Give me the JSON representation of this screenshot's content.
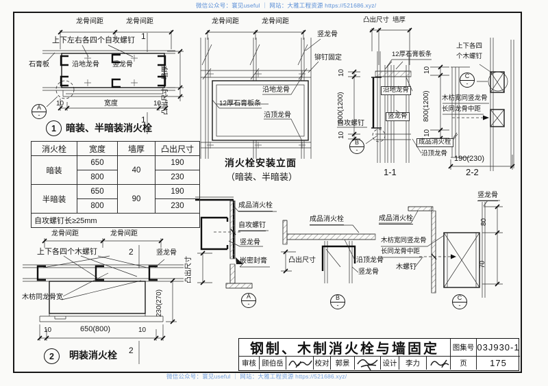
{
  "colors": {
    "paper": "#fafaf8",
    "line": "#1c1c1c",
    "watermark": "#5b8fd6"
  },
  "watermarks": {
    "top": "微信公众号：寰见useful ｜ 网站：大雅工程资源 https://521686.xyz/",
    "bottom": "微信公众号：寰见useful ｜ 网站：大雅工程资源 https://521686.xyz/"
  },
  "plan1": {
    "dim1": "龙骨间距",
    "dim2": "龙骨间距",
    "screw_note": "上下左右各四个自攻螺钉",
    "gypsum_board": "石膏板",
    "floor_runner": "沿地龙骨",
    "vertical_stud": "竖龙骨",
    "wall_thickness": "墙厚",
    "protrusion": "凸出尺寸",
    "ten_left": "10",
    "width_label": "宽度",
    "ten_right": "10",
    "section_mark_top": "1",
    "section_mark_bottom": "1",
    "marker": {
      "letter": "A",
      "ref": "-"
    },
    "index": "1",
    "title": "暗装、半暗装消火栓"
  },
  "spec_table": {
    "headers": [
      "消火栓",
      "宽度",
      "墙厚",
      "凸出尺寸"
    ],
    "groups": [
      {
        "type": "暗装",
        "wall": "40",
        "rows": [
          {
            "width": "650",
            "protrusion": "190"
          },
          {
            "width": "800",
            "protrusion": "230"
          }
        ]
      },
      {
        "type": "半暗装",
        "wall": "90",
        "rows": [
          {
            "width": "650",
            "protrusion": "190"
          },
          {
            "width": "800",
            "protrusion": "230"
          }
        ]
      }
    ],
    "note": "自攻螺钉长≥25mm"
  },
  "elevation": {
    "dim1": "龙骨间距",
    "dim2": "龙骨间距",
    "vertical_stud": "竖龙骨",
    "rivet": "铆钉固定",
    "floor_runner": "沿地龙骨",
    "gypsum_strip": "12厚石膏板条",
    "ceiling_runner": "沿顶龙骨",
    "caption": "消火栓安装立面",
    "subcaption": "（暗装、半暗装）"
  },
  "dim_col_b": {
    "ten_top": "10",
    "height": "800(1200)",
    "ten_bottom": "10",
    "screw": "自攻螺钉",
    "marker": {
      "letter": "B",
      "ref": "-"
    }
  },
  "section_1_1": {
    "protrusion": "凸出尺寸",
    "wall_thickness": "墙厚",
    "gypsum_strip": "12厚石膏板条",
    "floor_runner": "沿地龙骨",
    "vertical_stud": "竖龙骨",
    "caption": "1-1"
  },
  "dim_col_r": {
    "ten_top": "10",
    "height": "800(1200)",
    "ten_bottom": "10"
  },
  "mid_labels": {
    "hydrant": "成品消火栓",
    "ceiling_runner": "沿顶龙骨"
  },
  "section_2_2": {
    "screw_note_1": "上下各四",
    "screw_note_2": "个木螺钉",
    "marker": {
      "letter": "C",
      "ref": "-"
    },
    "wood_note_1": "木枋宽同竖龙骨",
    "wood_note_2": "长同龙骨中距",
    "dim": "190(230)",
    "caption": "2-2"
  },
  "plan2": {
    "dim1": "龙骨间距",
    "dim2": "龙骨间距",
    "screw_note": "上下各四个木螺钉",
    "vertical_stud": "竖龙骨",
    "wood_note": "木枋同龙骨宽",
    "depth": "230(270)",
    "ten_left": "10",
    "width": "650(800)",
    "ten_right": "10",
    "section_mark_top": "2",
    "section_mark_bottom": "2",
    "index": "2",
    "title": "明装消火栓"
  },
  "detail_a": {
    "hydrant": "成品消火栓",
    "screw": "自攻螺钉",
    "vertical_stud": "竖龙骨",
    "sealant": "嵌密封膏",
    "protrusion": "凸出尺寸",
    "marker": {
      "letter": "A",
      "ref": "-"
    }
  },
  "detail_b": {
    "hydrant": "成品消火栓",
    "protrusion": "凸出尺寸",
    "ceiling_runner": "沿顶龙骨",
    "vertical_stud": "竖龙骨",
    "marker": {
      "letter": "B",
      "ref": "-"
    }
  },
  "detail_c": {
    "hydrant": "成品消火栓",
    "vertical_stud": "竖龙骨",
    "wood_note_1": "木枋宽同竖龙骨",
    "wood_note_2": "长同龙骨中距",
    "screw": "木螺钉",
    "dim_80": "80",
    "dim_70": "70",
    "marker": {
      "letter": "C",
      "ref": "-"
    }
  },
  "title_block": {
    "title": "钢制、木制消火栓与墙固定",
    "atlas_label": "图集号",
    "atlas_no": "03J930-1",
    "page_label": "页",
    "page_no": "175",
    "reviewer_label": "审核",
    "reviewer": "顾伯岳",
    "checker_label": "校对",
    "checker": "郭景",
    "designer_label": "设计",
    "designer": "李力"
  }
}
